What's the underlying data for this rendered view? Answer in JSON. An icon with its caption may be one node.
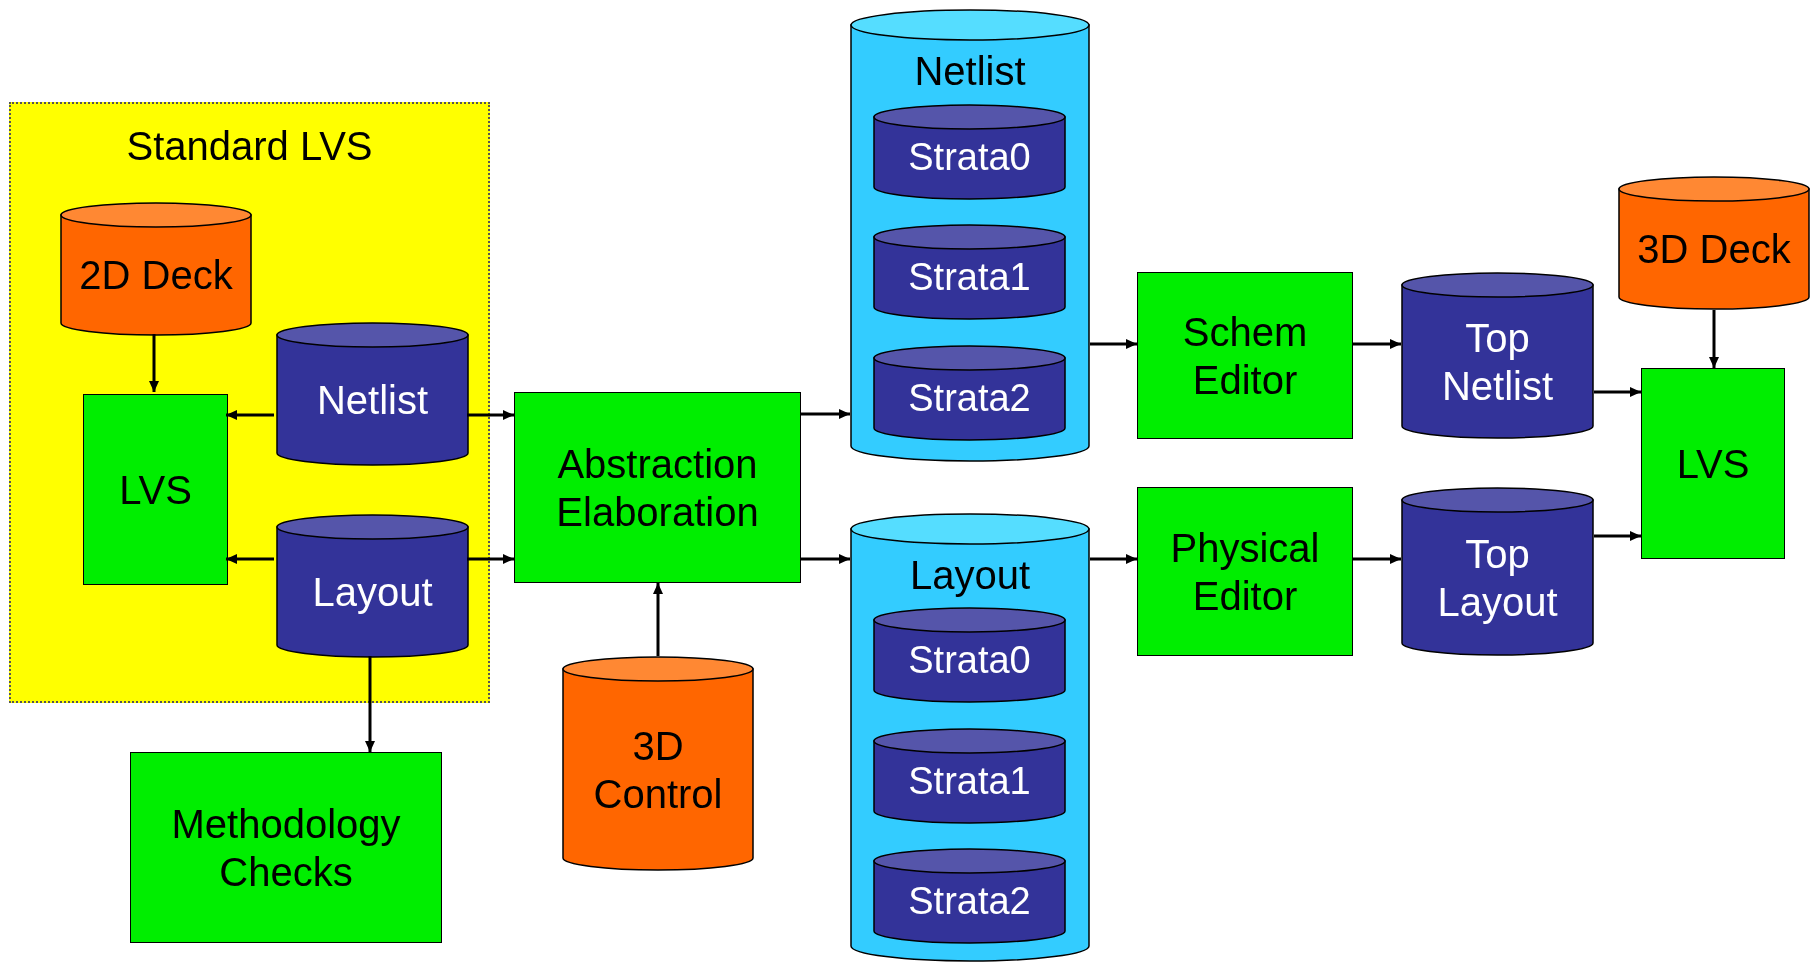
{
  "diagram": {
    "nodes": [
      {
        "text": [
          "Standard LVS"
        ]
      },
      {
        "text": [
          "2D Deck"
        ],
        "in": 0
      },
      {
        "text": [
          "LVS"
        ],
        "in": 0
      },
      {
        "text": [
          "Netlist"
        ],
        "in": 0
      },
      {
        "text": [
          "Layout"
        ],
        "in": 0
      },
      {
        "text": [
          "Methodology Checks"
        ]
      },
      {
        "text": [
          "Abstraction Elaboration"
        ]
      },
      {
        "text": [
          "3D Control"
        ]
      },
      {
        "text": [
          "Netlist"
        ]
      },
      {
        "text": [
          "Strata0"
        ],
        "in": 8
      },
      {
        "text": [
          "Strata1"
        ],
        "in": 8
      },
      {
        "text": [
          "Strata2"
        ],
        "in": 8
      },
      {
        "text": [
          "Layout"
        ]
      },
      {
        "text": [
          "Strata0"
        ],
        "in": 12
      },
      {
        "text": [
          "Strata1"
        ],
        "in": 12
      },
      {
        "text": [
          "Strata2"
        ],
        "in": 12
      },
      {
        "text": [
          "Schem Editor"
        ]
      },
      {
        "text": [
          "Physical Editor"
        ]
      },
      {
        "text": [
          "Top Netlist"
        ]
      },
      {
        "text": [
          "Top Layout"
        ]
      },
      {
        "text": [
          "3D Deck"
        ]
      },
      {
        "text": [
          "LVS"
        ]
      }
    ],
    "edges": [
      {
        "from": 1,
        "to": 2,
        "arrow": "to"
      },
      {
        "from": 3,
        "to": 2,
        "arrow": "to"
      },
      {
        "from": 4,
        "to": 2,
        "arrow": "to"
      },
      {
        "from": 3,
        "to": 6,
        "arrow": "to"
      },
      {
        "from": 4,
        "to": 6,
        "arrow": "to"
      },
      {
        "from": 4,
        "to": 5,
        "arrow": "to"
      },
      {
        "from": 7,
        "to": 6,
        "arrow": "to"
      },
      {
        "from": 6,
        "to": 8,
        "arrow": "to"
      },
      {
        "from": 6,
        "to": 12,
        "arrow": "to"
      },
      {
        "from": 8,
        "to": 16,
        "arrow": "to"
      },
      {
        "from": 12,
        "to": 17,
        "arrow": "to"
      },
      {
        "from": 16,
        "to": 18,
        "arrow": "to"
      },
      {
        "from": 17,
        "to": 19,
        "arrow": "to"
      },
      {
        "from": 18,
        "to": 21,
        "arrow": "to"
      },
      {
        "from": 19,
        "to": 21,
        "arrow": "to"
      },
      {
        "from": 20,
        "to": 21,
        "arrow": "to"
      }
    ]
  }
}
